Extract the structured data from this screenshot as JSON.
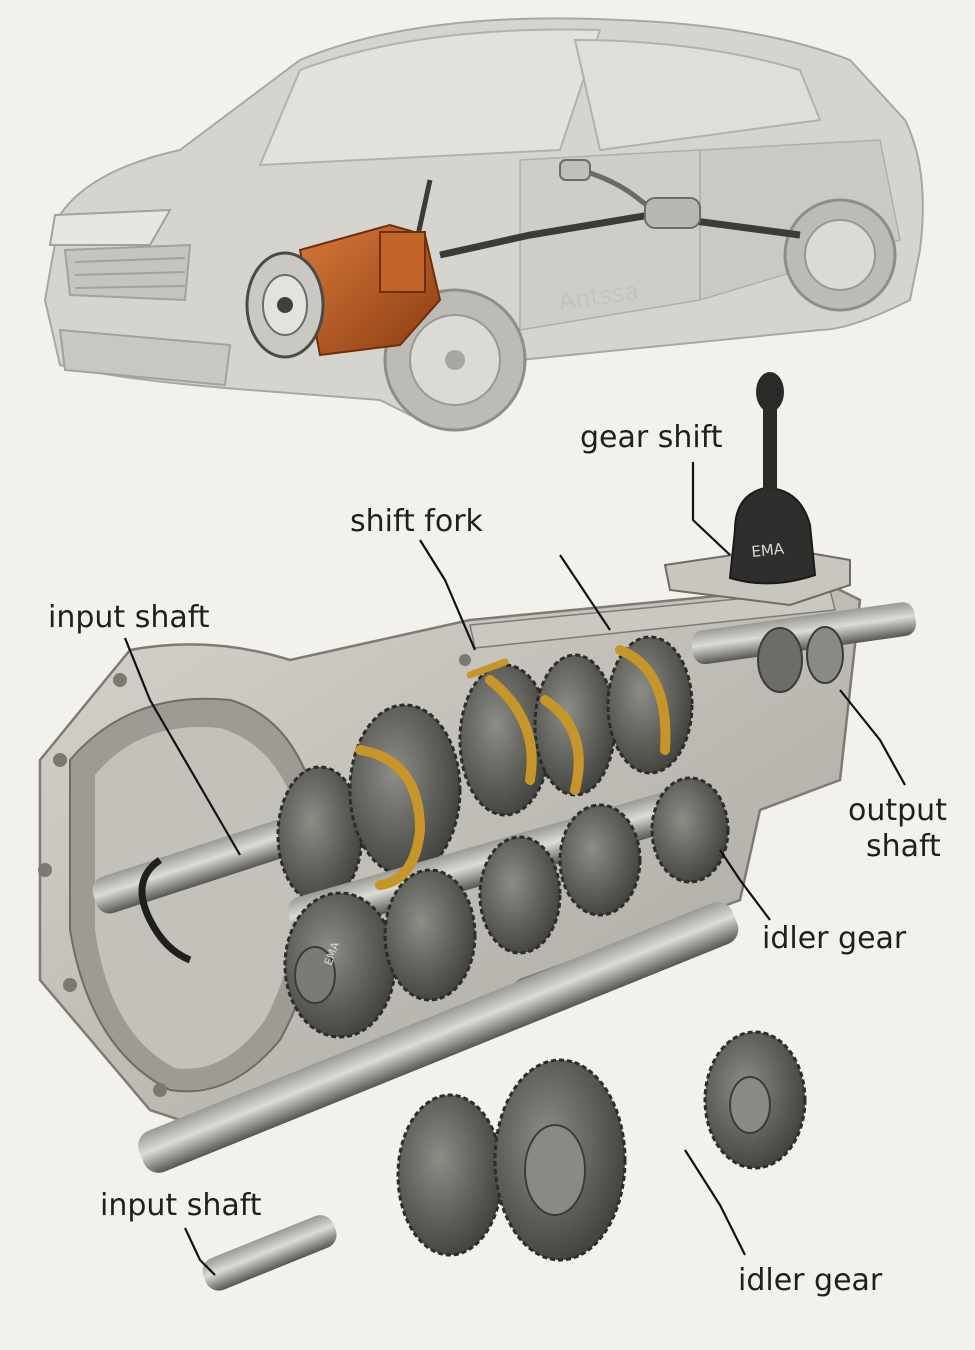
{
  "colors": {
    "background": "#f3f1ec",
    "car": "#d3d1cc",
    "transmission_orange": "#b5561e",
    "fork_gold": "#c7962a",
    "gear_dark": "#4a4a47",
    "housing": "#b9b6af"
  },
  "watermarks": {
    "car_door": "Antssa",
    "shifter_boot": "EMA",
    "gear_face": "EMA"
  },
  "labels": {
    "gear_shift": "gear shift",
    "shift_fork": "shift fork",
    "input_shaft_top": "input shaft",
    "output_shaft_line1": "output",
    "output_shaft_line2": "shaft",
    "idler_gear_mid": "idler gear",
    "input_shaft_bottom": "input shaft",
    "idler_gear_bottom": "idler gear"
  }
}
